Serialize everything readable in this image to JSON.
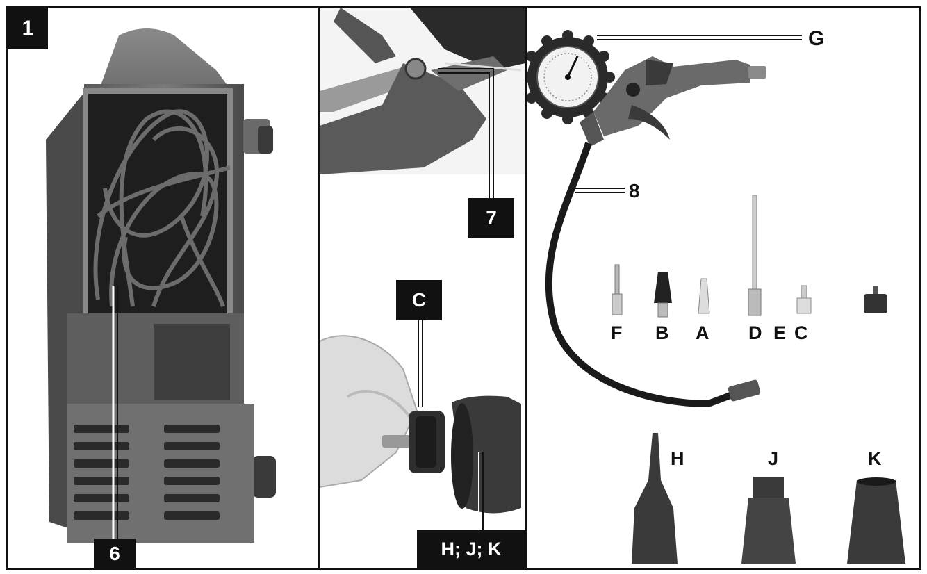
{
  "figure": {
    "panel_number": "1",
    "callouts": {
      "cable": "6",
      "valve": "7",
      "hose": "8",
      "gauge": "G",
      "adapter": "C",
      "nozzles": "H; J; K"
    },
    "accessories": {
      "F": "F",
      "B": "B",
      "A": "A",
      "D": "D",
      "E": "E",
      "C": "C"
    },
    "nozzle_labels": {
      "H": "H",
      "J": "J",
      "K": "K"
    }
  },
  "colors": {
    "ink": "#111111",
    "device_dark": "#3a3a3a",
    "device_mid": "#6a6a6a",
    "device_light": "#9a9a9a",
    "background": "#ffffff"
  }
}
